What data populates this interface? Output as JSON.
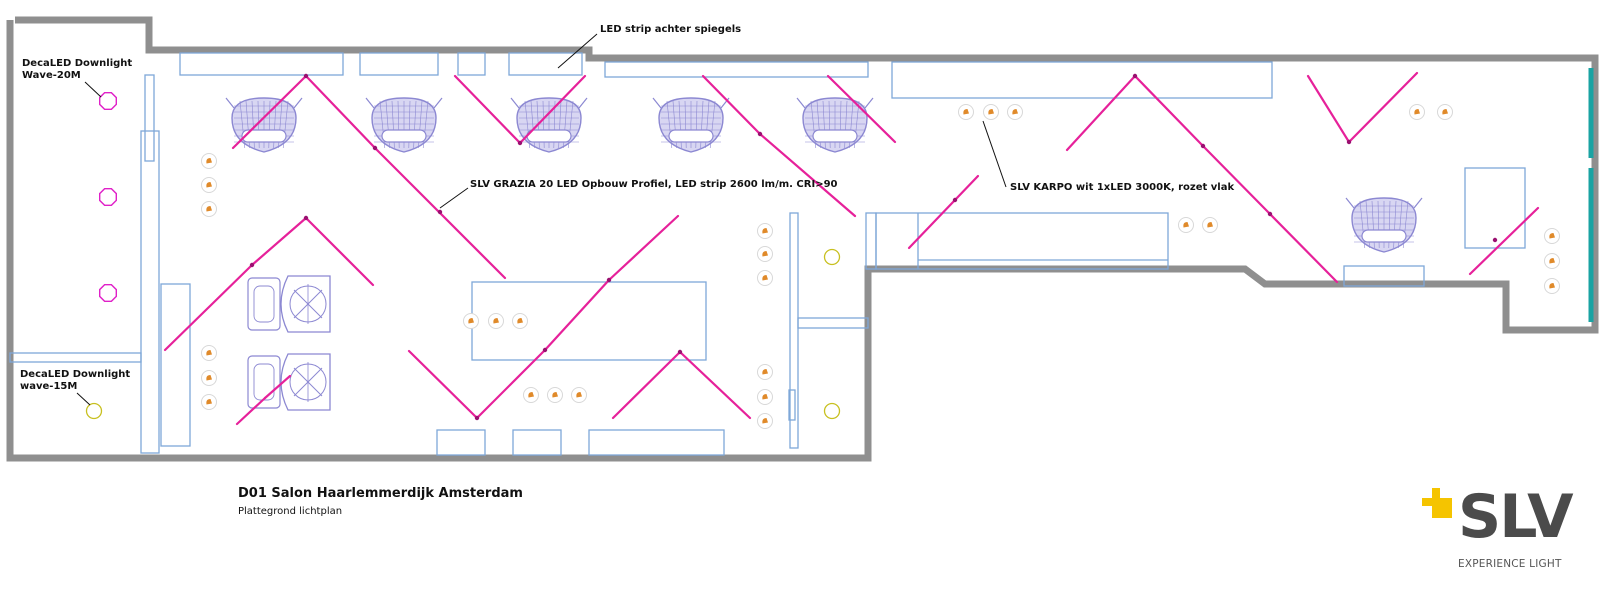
{
  "annotations": {
    "deca_wave20": [
      "DecaLED Downlight",
      "Wave-20M"
    ],
    "deca_wave15": [
      "DecaLED Downlight",
      "wave-15M"
    ],
    "led_strip": "LED strip achter spiegels",
    "grazia": "SLV GRAZIA 20 LED Opbouw Profiel, LED strip 2600 lm/m. CRI>90",
    "karpo": "SLV KARPO wit 1xLED 3000K, rozet vlak"
  },
  "title": "D01 Salon Haarlemmerdijk Amsterdam",
  "subtitle": "Plattegrond lichtplan",
  "logo": {
    "wordmark": "SLV",
    "tagline": "EXPERIENCE LIGHT"
  },
  "colors": {
    "wall": "#8f8f8f",
    "furniture": "#7ea7d8",
    "profile": "#e6219a",
    "spot": "#e08a2a",
    "downlight_magenta": "#e020c8",
    "downlight_yellow": "#c8c020",
    "chair": "#8c88d2",
    "window": "#1aa3a3",
    "logo_yellow": "#f5c400",
    "logo_gray": "#4b4b4b"
  },
  "icons": [
    "spot-icon",
    "downlight-icon",
    "chair-icon",
    "logo-plus-icon"
  ]
}
